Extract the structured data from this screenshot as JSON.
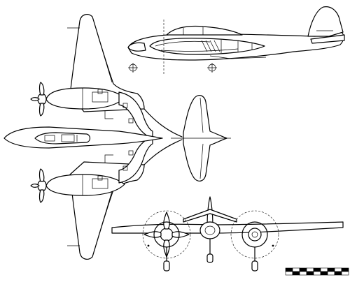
{
  "drawing": {
    "views": [
      "side-view",
      "top-view",
      "front-view"
    ],
    "scale_bar": {
      "segments": 9,
      "colors": [
        "#000000",
        "#ffffff"
      ]
    },
    "icons": [
      "propeller-icon",
      "center-mark-icon"
    ]
  }
}
